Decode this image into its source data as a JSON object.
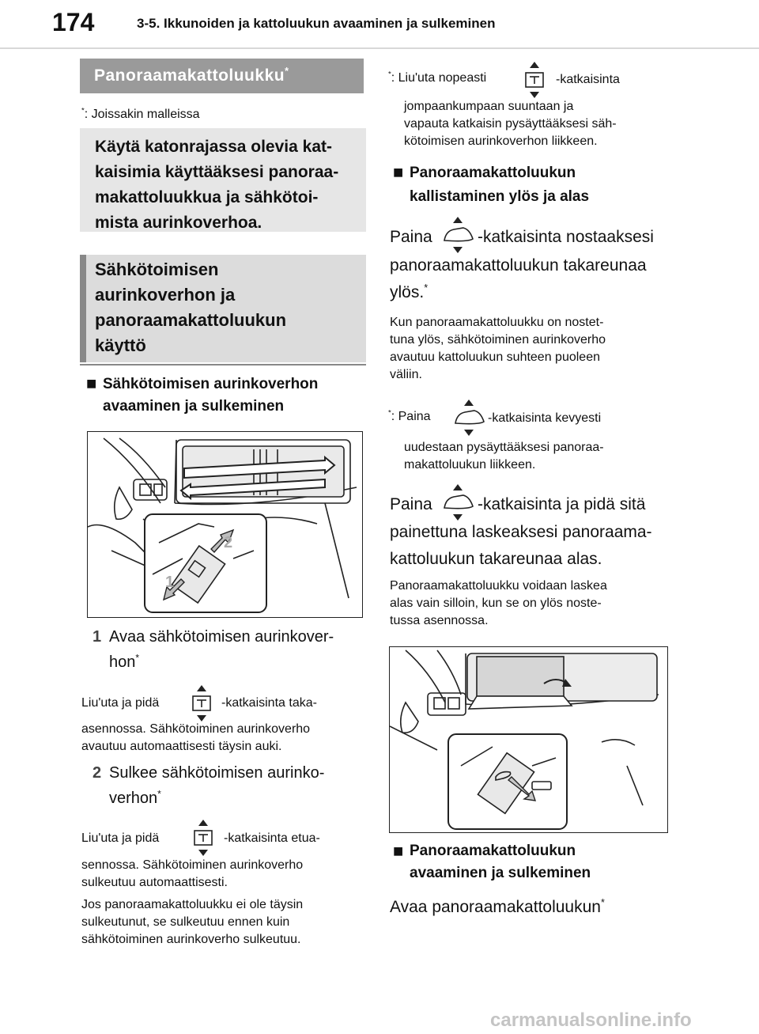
{
  "header": {
    "page_number": "174",
    "chapter": "3-5. Ikkunoiden ja kattoluukun avaaminen ja sulkeminen"
  },
  "left": {
    "title": "Panoraamakattoluukku",
    "title_mark": "*",
    "footnote_mark": "*",
    "footnote": ": Joissakin malleissa",
    "intro": [
      "Käytä katonrajassa olevia kat-",
      "kaisimia käyttääksesi panoraa-",
      "makattoluukkua ja sähkötoi-",
      "mista aurinkoverhoa."
    ],
    "subsection": [
      "Sähkötoimisen",
      "aurinkoverhon ja",
      "panoraamakattoluukun",
      "käyttö"
    ],
    "section_heading": [
      "Sähkötoimisen aurinkoverhon",
      "avaaminen ja sulkeminen"
    ],
    "fig_labels": [
      "1",
      "2"
    ],
    "step1_num": "1",
    "step1": [
      "Avaa sähkötoimisen aurinkover-",
      "hon"
    ],
    "step1_mark": "*",
    "step1_desc_a": "Liu'uta ja pidä",
    "step1_desc_b": "-katkaisinta taka-",
    "step1_desc_c": [
      "asennossa. Sähkötoiminen aurinkoverho",
      "avautuu automaattisesti täysin auki."
    ],
    "step2_num": "2",
    "step2": [
      "Sulkee sähkötoimisen aurinko-",
      "verhon"
    ],
    "step2_mark": "*",
    "step2_desc_a": "Liu'uta ja pidä",
    "step2_desc_b": "-katkaisinta etua-",
    "step2_desc_c": [
      "sennossa. Sähkötoiminen aurinkoverho",
      "sulkeutuu automaattisesti."
    ],
    "note": [
      "Jos panoraamakattoluukku ei ole täysin",
      "sulkeutunut, se sulkeutuu ennen kuin",
      "sähkötoiminen aurinkoverho sulkeutuu."
    ]
  },
  "right": {
    "fn1_mark": "*",
    "fn1_a": ": Liu'uta nopeasti",
    "fn1_b": "-katkaisinta",
    "fn1_c": [
      "jompaankumpaan suuntaan ja",
      "vapauta katkaisin pysäyttääksesi säh-",
      "kötoimisen aurinkoverhon liikkeen."
    ],
    "sec1": [
      "Panoraamakattoluukun",
      "kallistaminen ylös ja alas"
    ],
    "tilt_a": "Paina",
    "tilt_b": "-katkaisinta nostaaksesi",
    "tilt_c": [
      "panoraamakattoluukun takareunaa",
      "ylös."
    ],
    "tilt_mark": "*",
    "tilt_note": [
      "Kun panoraamakattoluukku on nostet-",
      "tuna ylös, sähkötoiminen aurinkoverho",
      "avautuu kattoluukun suhteen puoleen",
      "väliin."
    ],
    "fn2_mark": "*",
    "fn2_a": ": Paina",
    "fn2_b": "-katkaisinta kevyesti",
    "fn2_c": [
      "uudestaan pysäyttääksesi panoraa-",
      "makattoluukun liikkeen."
    ],
    "lower_a": "Paina",
    "lower_b": "-katkaisinta ja pidä sitä",
    "lower_c": [
      "painettuna laskeaksesi panoraama-",
      "kattoluukun takareunaa alas."
    ],
    "lower_note": [
      "Panoraamakattoluukku voidaan laskea",
      "alas vain silloin, kun se on ylös noste-",
      "tussa asennossa."
    ],
    "sec2": [
      "Panoraamakattoluukun",
      "avaaminen ja sulkeminen"
    ],
    "open": "Avaa panoraamakattoluukun",
    "open_mark": "*"
  },
  "watermark": "carmanualsonline.info"
}
